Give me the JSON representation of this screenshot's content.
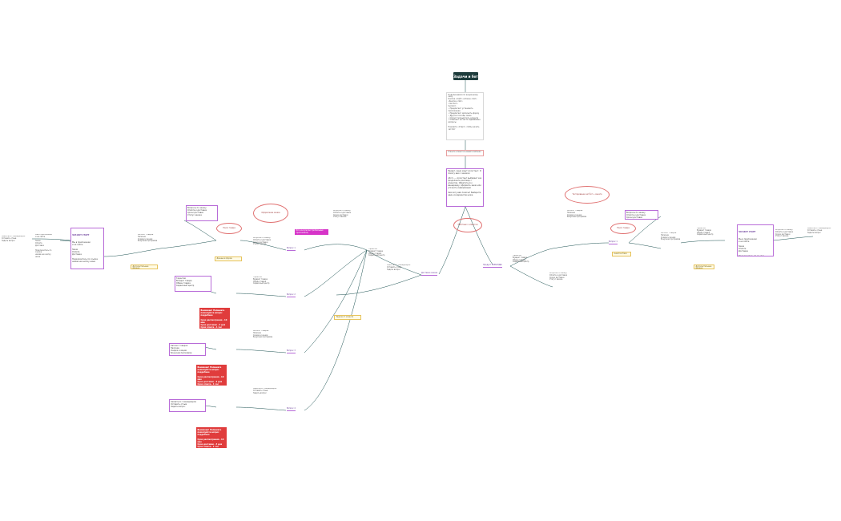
{
  "title": "Задачи и бот",
  "intro": {
    "text": "Подключаемся по акционному окну\nКнопка «Сайт» в блоке «Чат» «Кнопка «Чат»\n«Чат-бот»\nЧат-бот:\n• Предлагает установить приложение\n• Предлагает заполнить форму\n• Другие способы связи\n• Строит полный путь клиента\n• Отвечает на часто задаваемые вопросы\n\nНажмите «Старт» чтобы начать чат-бот"
  },
  "pink_note": "Станьте клиентом нашей компании",
  "purple_note": "Привет, меня зовут Ассистент. Я помогу вам с заказом\n\n«Бот» — Ассистент выбирает как продолжить разговор с клиентом. Обратиться к менеджеру, оформить заказ или уточнить информацию\n\nЧем могу вам помочь? Выберите один из вариантов ниже",
  "right_ellipse": "Тестирование\nчат-бот + Анкета",
  "center_ellipse": "Работаем с клиентом",
  "center_node": "Доставка заказа",
  "right_node": "Продукт КОМАНДЫ",
  "left_ellipse_1": "Поиск товара",
  "left_ellipse_2": "Оформление заказа",
  "magenta_label": "Бот-консультант (мобильные приложения)",
  "branches": [
    {
      "label": "Вопрос 1",
      "text": "Вопросы по заказу\nОплата и доставка\nСроки доставки\nСтатус заказа"
    },
    {
      "label": "Вопрос 2",
      "text": "Гарантия\nВозврат товара\nОбмен товара\nСервисный центр"
    },
    {
      "label": "Вопрос 3",
      "text": "Каталог товаров\nНаличие\nСкидки и акции\nБонусная программа"
    },
    {
      "label": "Вопрос 4",
      "text": "Связаться с менеджером\nОставить отзыв\nЗадать вопрос"
    }
  ],
  "red_notes": [
    "Внимание! Напишите пожалуйста вопрос подробнее\n\nСрок рассмотрения - 10 мин\nСрок доставки - 3 дня\nСрок ответа - 1 час",
    "Внимание! Напишите пожалуйста вопрос подробнее\n\nСрок рассмотрения - 10 мин\nСрок доставки - 3 дня\nСрок ответа - 1 час",
    "Внимание! Напишите пожалуйста вопрос подробнее\n\nСрок рассмотрения - 10 мин\nСрок доставки - 3 дня\nСрок ответа - 1 час"
  ],
  "left_card": {
    "title": "ЧАТ-БОТ СТАРТ",
    "text": "Мы в приложении\nи на сайте\n\nЗаказ\nОплата\nДоставка\n\nПодключитесь по ссылке\nнажав на кнопку ниже"
  },
  "right_card": {
    "title": "ЧАТ-БОТ СТАРТ",
    "text": "Мы в приложении\nи на сайте\n\nЗаказ\nОплата\nДоставка\n\nПодключитесь по ссылке"
  },
  "yellow_notes": [
    "Дополнительные данные",
    "Данные в форме",
    "Задача от клиента",
    "Анкета в базе"
  ],
  "colors": {
    "accent": "#b86bd8",
    "line": "#1a5050",
    "red": "#e03c3c",
    "title_bg": "#1e3c3c"
  }
}
